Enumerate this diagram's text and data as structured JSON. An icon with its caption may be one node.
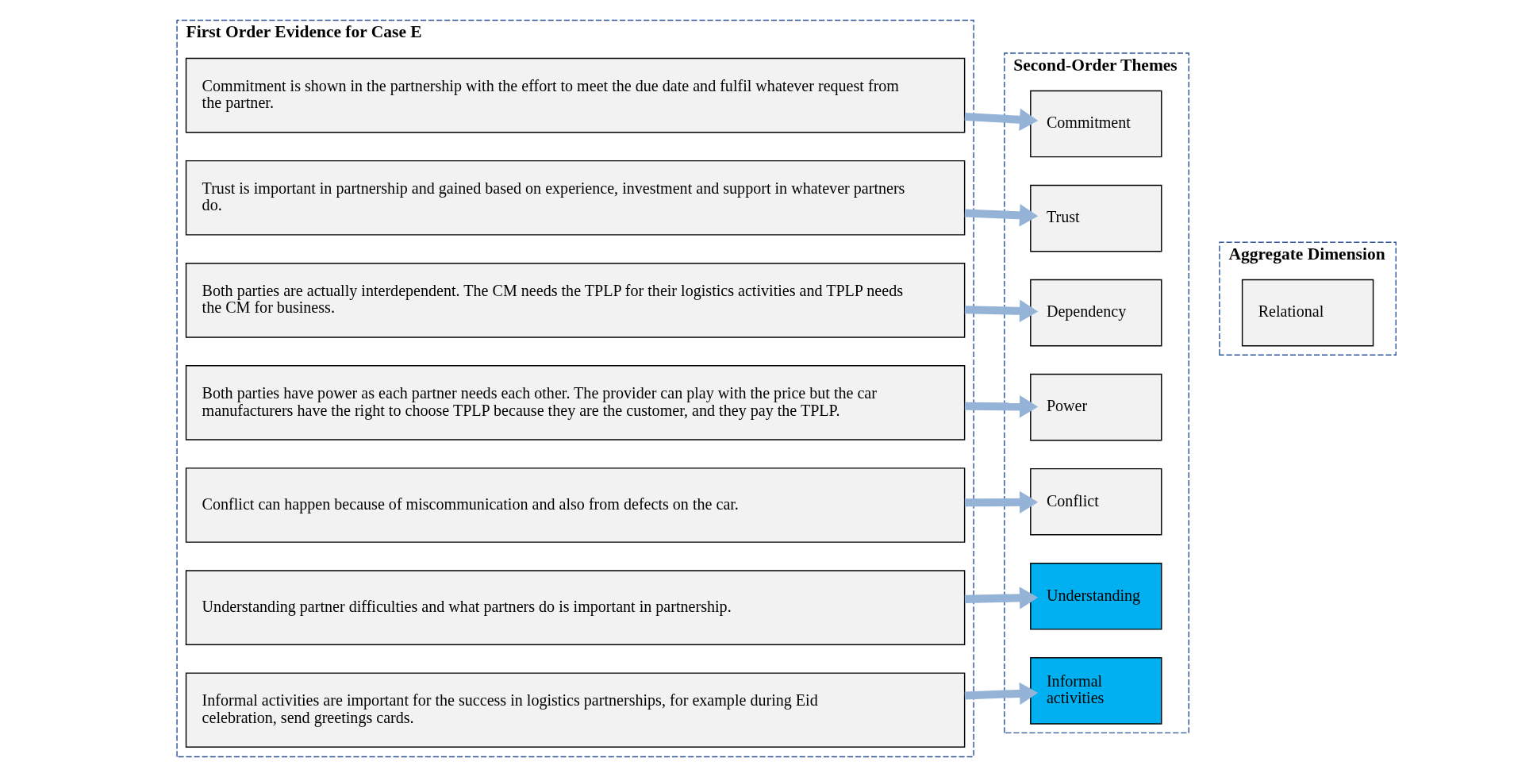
{
  "diagram": {
    "nodes": [
      {
        "text": [
          "First Order Evidence for Case E"
        ]
      },
      {
        "text": [
          "Trust is important in partnership and gained based on experience, investment and support in whatever partners do."
        ],
        "in": 0
      },
      {
        "text": [
          "Commitment is shown in the partnership with the effort to meet the due date and fulfil whatever request from the partner."
        ],
        "in": 0
      },
      {
        "text": [
          "Both parties have power as each partner needs each other. The provider can play with the price but the car manufacturers have the right to choose TPLP because they are the customer, and they pay the TPLP."
        ],
        "in": 0
      },
      {
        "text": [
          "Both parties are actually interdependent. The CM needs the TPLP for their logistics activities and TPLP needs the CM for business."
        ],
        "in": 0
      },
      {
        "text": [
          "Conflict can happen because of miscommunication and also from defects on the car."
        ],
        "in": 0
      },
      {
        "text": [
          "Understanding partner difficulties and what partners do is important in partnership."
        ],
        "in": 0
      },
      {
        "text": [
          "Informal activities are important for the success in logistics partnerships, for example during Eid celebration, send greetings cards."
        ],
        "in": 0
      },
      {
        "text": [
          "Second-Order Themes"
        ]
      },
      {
        "text": [
          "Trust"
        ],
        "in": 8
      },
      {
        "text": [
          "Commitment"
        ],
        "in": 8
      },
      {
        "text": [
          "Power"
        ],
        "in": 8
      },
      {
        "text": [
          "Dependency"
        ],
        "in": 8
      },
      {
        "text": [
          "Conflict"
        ],
        "in": 8
      },
      {
        "text": [
          "Understanding"
        ],
        "in": 8
      },
      {
        "text": [
          "Informal activities"
        ],
        "in": 8
      },
      {
        "text": [
          "Aggregate Dimension"
        ]
      },
      {
        "text": [
          "Relational"
        ],
        "in": 16
      }
    ],
    "edges": [
      {
        "from": 1,
        "to": 9,
        "arrow": "to"
      },
      {
        "from": 2,
        "to": 10,
        "arrow": "to"
      },
      {
        "from": 3,
        "to": 11,
        "arrow": "to"
      },
      {
        "from": 4,
        "to": 12,
        "arrow": "to"
      },
      {
        "from": 5,
        "to": 13,
        "arrow": "to"
      },
      {
        "from": 6,
        "to": 14,
        "arrow": "to"
      },
      {
        "from": 7,
        "to": 15,
        "arrow": "to"
      }
    ]
  }
}
